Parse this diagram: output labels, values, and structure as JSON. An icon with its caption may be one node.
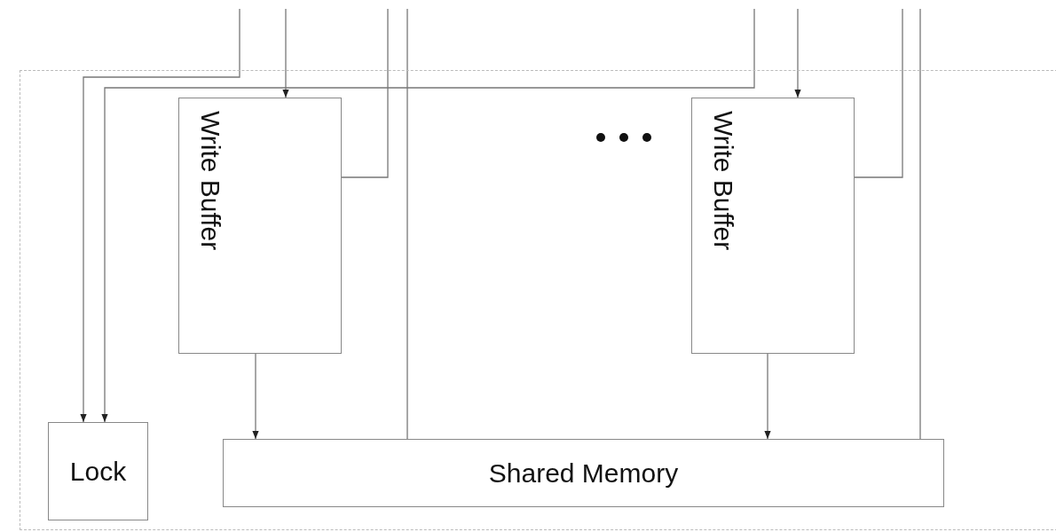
{
  "diagram": {
    "nodes": [
      {
        "text": [],
        "shape": "box"
      },
      {
        "text": [
          "Write Buffer"
        ],
        "in": 0
      },
      {
        "text": [
          "Write Buffer"
        ],
        "in": 0
      },
      {
        "text": [
          "Lock"
        ],
        "in": 0
      },
      {
        "text": [
          "Shared Memory"
        ],
        "in": 0
      }
    ],
    "edges": [
      {
        "from": null,
        "to": 3,
        "arrow": "to"
      },
      {
        "from": null,
        "to": 1,
        "arrow": "to"
      },
      {
        "from": 1,
        "to": null,
        "arrow": "none"
      },
      {
        "from": null,
        "to": 4,
        "arrow": "none"
      },
      {
        "from": null,
        "to": 3,
        "arrow": "to"
      },
      {
        "from": null,
        "to": 2,
        "arrow": "to"
      },
      {
        "from": 2,
        "to": null,
        "arrow": "none"
      },
      {
        "from": null,
        "to": 4,
        "arrow": "none"
      },
      {
        "from": 1,
        "to": 4,
        "arrow": "to"
      },
      {
        "from": 2,
        "to": 4,
        "arrow": "to"
      }
    ]
  }
}
